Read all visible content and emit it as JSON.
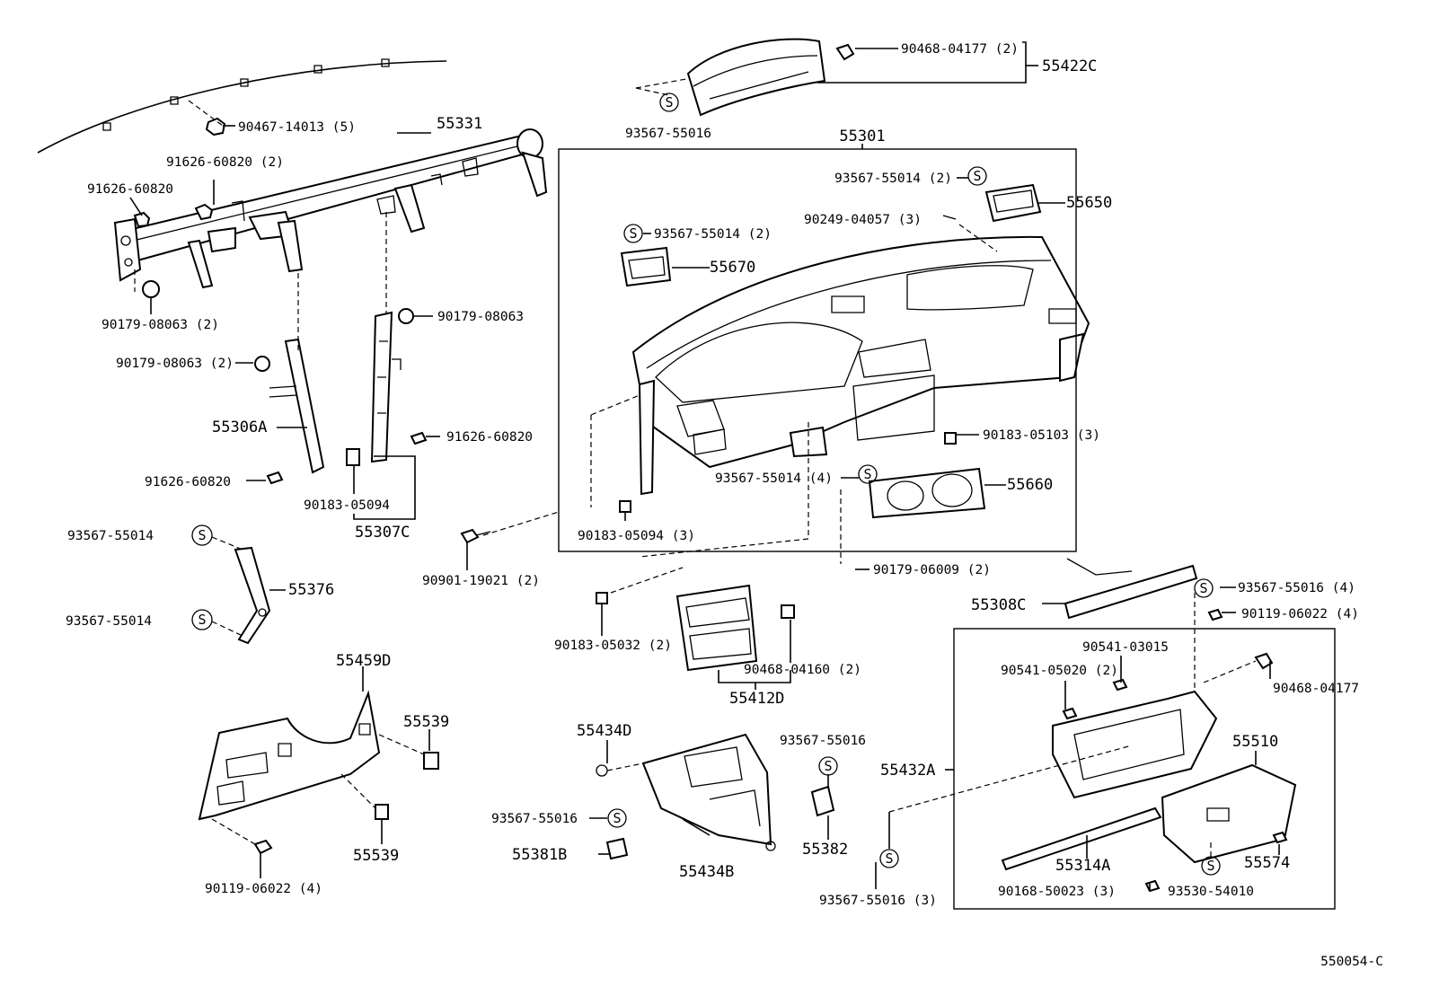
{
  "diagram": {
    "figure_code": "550054-C",
    "symbol_glyph": "S",
    "labels": {
      "p55331": "55331",
      "p90467_14013": "90467-14013 (5)",
      "p91626_60820_2": "91626-60820 (2)",
      "p91626_60820_a": "91626-60820",
      "p90179_08063_2a": "90179-08063 (2)",
      "p90179_08063_a": "90179-08063",
      "p90179_08063_2b": "90179-08063 (2)",
      "p55306A": "55306A",
      "p91626_60820_b": "91626-60820",
      "p91626_60820_c": "91626-60820",
      "p90183_05094_a": "90183-05094",
      "p55307C": "55307C",
      "p93567_55014_a": "93567-55014",
      "p55376": "55376",
      "p93567_55014_b": "93567-55014",
      "p90901_19021": "90901-19021 (2)",
      "p90468_04177_2": "90468-04177 (2)",
      "p55422C": "55422C",
      "p93567_55016_a": "93567-55016",
      "p55301": "55301",
      "p93567_55014_2a": "93567-55014 (2)",
      "p55650": "55650",
      "p90249_04057": "90249-04057 (3)",
      "p93567_55014_2b": "93567-55014 (2)",
      "p55670": "55670",
      "p90183_05103": "90183-05103 (3)",
      "p93567_55014_4": "93567-55014 (4)",
      "p55660": "55660",
      "p90183_05094_3": "90183-05094 (3)",
      "p90179_06009": "90179-06009 (2)",
      "p55308C": "55308C",
      "p93567_55016_4": "93567-55016 (4)",
      "p90119_06022_4a": "90119-06022 (4)",
      "p90183_05032": "90183-05032 (2)",
      "p90468_04160": "90468-04160 (2)",
      "p55412D": "55412D",
      "p90541_03015": "90541-03015",
      "p90541_05020": "90541-05020 (2)",
      "p90468_04177": "90468-04177",
      "p55459D": "55459D",
      "p55539_a": "55539",
      "p55539_b": "55539",
      "p90119_06022_4b": "90119-06022 (4)",
      "p55434D": "55434D",
      "p93567_55016_b": "93567-55016",
      "p55381B": "55381B",
      "p55434B": "55434B",
      "p93567_55016_c": "93567-55016",
      "p55382": "55382",
      "p55432A": "55432A",
      "p55510": "55510",
      "p93567_55016_3": "93567-55016 (3)",
      "p55314A": "55314A",
      "p55574": "55574",
      "p90168_50023": "90168-50023 (3)",
      "p93530_54010": "93530-54010"
    }
  }
}
